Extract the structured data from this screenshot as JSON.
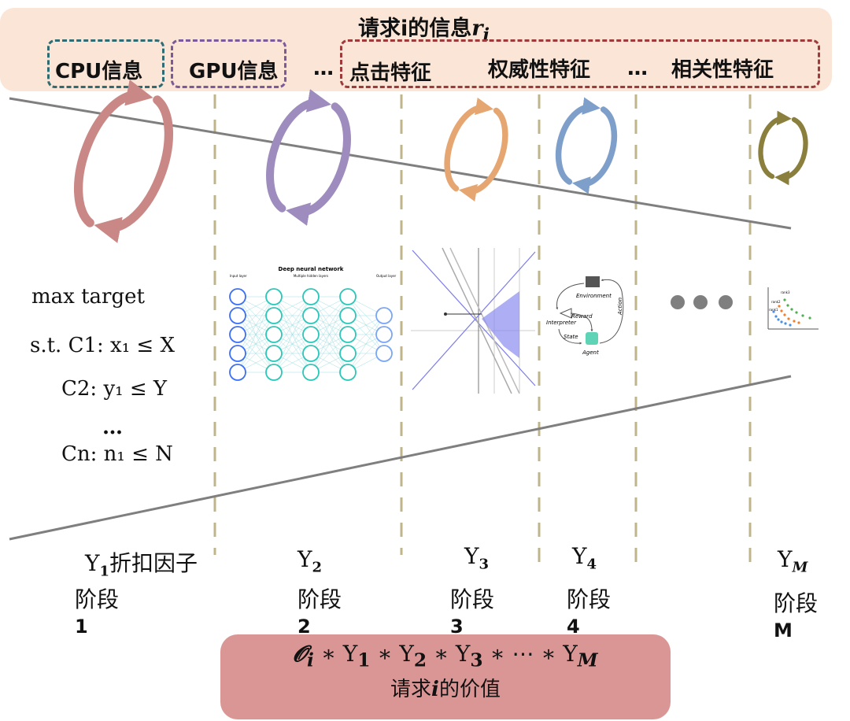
{
  "banner": {
    "title": "请求i的信息",
    "title_symbol": "r",
    "title_subscript": "i",
    "groups": [
      {
        "label": "CPU信息",
        "color": "#2e6b73"
      },
      {
        "label": "GPU信息",
        "color": "#7a5a9a"
      },
      {
        "label": "…"
      },
      {
        "labels": [
          "点击特征",
          "权威性特征",
          "…",
          "相关性特征"
        ],
        "color": "#9e3a3a"
      }
    ]
  },
  "optimization": {
    "objective": "max target",
    "constraints": [
      "s.t. C1: x₁ ≤ X",
      "C2: y₁ ≤ Y",
      "…",
      "Cn: n₁ ≤ N"
    ]
  },
  "stages": [
    {
      "factor": "Y",
      "sub": "1",
      "extra": "折扣因子",
      "label": "阶段",
      "num": "1",
      "arrow_color": "#c98886",
      "icon": "optimization-formula"
    },
    {
      "factor": "Y",
      "sub": "2",
      "label": "阶段",
      "num": "2",
      "arrow_color": "#9d8cbd",
      "icon": "deep-neural-network",
      "image_text": {
        "title": "Deep neural network",
        "input": "Input layer",
        "hidden": "Multiple hidden layers",
        "output": "Output layer"
      }
    },
    {
      "factor": "Y",
      "sub": "3",
      "label": "阶段",
      "num": "3",
      "arrow_color": "#e6a672",
      "icon": "linear-programming-plot"
    },
    {
      "factor": "Y",
      "sub": "4",
      "label": "阶段",
      "num": "4",
      "arrow_color": "#7f9fcb",
      "icon": "reinforcement-learning-loop",
      "image_text": {
        "environment": "Environment",
        "interpreter": "Interpreter",
        "reward": "Reward",
        "state": "State",
        "action": "Action",
        "agent": "Agent"
      }
    },
    {
      "factor": "Y",
      "sub": "M",
      "label": "阶段",
      "num": "M",
      "arrow_color": "#8a7f3c",
      "icon": "pareto-scatter",
      "image_text": {
        "r1": "rank1",
        "r2": "rank2",
        "r3": "rank3"
      }
    }
  ],
  "ellipsis": "● ● ●",
  "value": {
    "formula": "𝓞ᵢ ∗ Y₁ ∗ Y₂ ∗ Y₃ ∗ ⋯ ∗ Y_M",
    "formula_parts": [
      "𝓞",
      "i",
      " ∗ Y",
      "1",
      " ∗ Y",
      "2",
      " ∗ Y",
      "3",
      " ∗ ⋯ ∗ Y",
      "M"
    ],
    "caption_pre": "请求",
    "caption_i": "i",
    "caption_post": "的价值"
  },
  "colors": {
    "banner_bg": "#fbe5d6",
    "divider": "#bfb48a",
    "value_box": "#d99694",
    "funnel_line": "#7f7f7f"
  }
}
